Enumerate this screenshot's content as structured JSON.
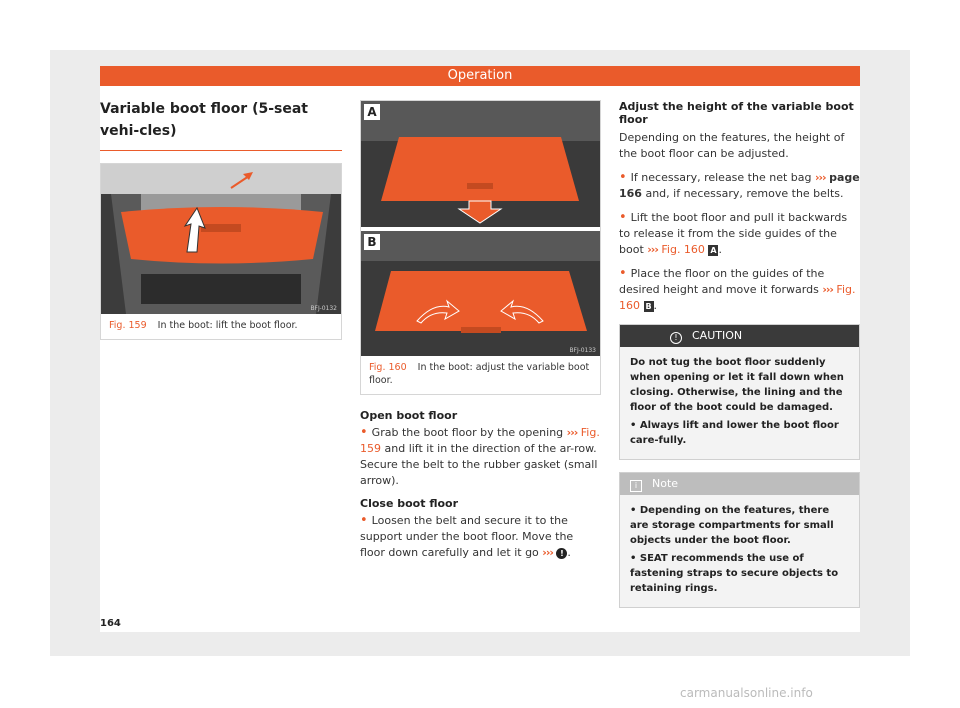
{
  "header": {
    "title": "Operation"
  },
  "page_number": "164",
  "watermark": "carmanualsonline.info",
  "colors": {
    "accent": "#ea5b2b",
    "caution_bar": "#3a3a3a",
    "note_bar": "#bdbdbd"
  },
  "section": {
    "title": "Variable boot floor (5-seat vehi-cles)"
  },
  "fig159": {
    "number": "Fig. 159",
    "caption": "In the boot: lift the boot floor.",
    "code": "BFJ-0132"
  },
  "fig160": {
    "number": "Fig. 160",
    "caption": "In the boot: adjust the variable boot floor.",
    "code": "BFJ-0133",
    "panel_a": "A",
    "panel_b": "B"
  },
  "open": {
    "heading": "Open boot floor",
    "text_1": "Grab the boot floor by the opening",
    "link_arrows": "›››",
    "link": "Fig. 159",
    "text_2": "and lift it in the direction of the ar-row. Secure the belt to the rubber gasket (small arrow)."
  },
  "close": {
    "heading": "Close boot floor",
    "text_1": "Loosen the belt and secure it to the support under the boot floor. Move the floor down carefully and let it go",
    "link_arrows": "›››",
    "icon": "!"
  },
  "adjust": {
    "heading": "Adjust the height of the variable boot floor",
    "intro": "Depending on the features, the height of the boot floor can be adjusted.",
    "b1_text1": "If necessary, release the net bag",
    "b1_link_arrows": "›››",
    "b1_link": "page 166",
    "b1_text2": "and, if necessary, remove the belts.",
    "b2_text1": "Lift the boot floor and pull it backwards to release it from the side guides of the boot",
    "b2_link_arrows": "›››",
    "b2_link": "Fig. 160",
    "b2_letter": "A",
    "b3_text1": "Place the floor on the guides of the desired height and move it forwards",
    "b3_link_arrows": "›››",
    "b3_link": "Fig. 160",
    "b3_letter": "B"
  },
  "caution": {
    "title": "CAUTION",
    "icon": "!",
    "text": "Do not tug the boot floor suddenly when opening or let it fall down when closing. Otherwise, the lining and the floor of the boot could be damaged.",
    "bullet": "Always lift and lower the boot floor care-fully."
  },
  "note": {
    "title": "Note",
    "icon": "i",
    "b1": "Depending on the features, there are storage compartments for small objects under the boot floor.",
    "b2": "SEAT recommends the use of fastening straps to secure objects to retaining rings."
  }
}
